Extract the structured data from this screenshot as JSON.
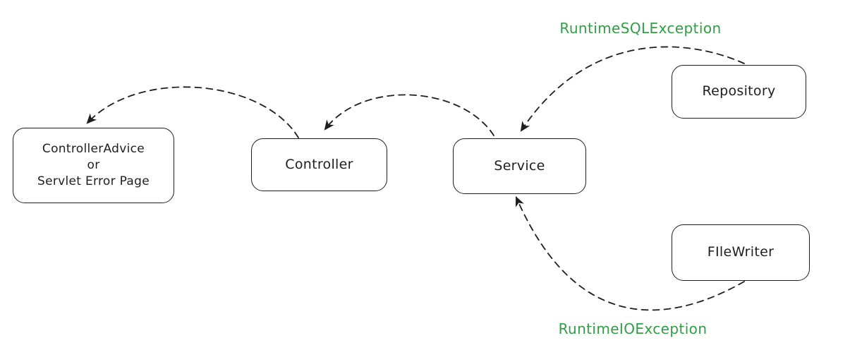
{
  "diagram": {
    "type": "exception-flow-diagram",
    "style": "hand-drawn",
    "background_color": "#ffffff",
    "stroke_color": "#1e1e1e",
    "exception_label_color": "#2f9e44",
    "nodes": [
      {
        "id": "controller-advice",
        "label_lines": [
          "ControllerAdvice",
          "or",
          "Servlet Error Page"
        ]
      },
      {
        "id": "controller",
        "label": "Controller"
      },
      {
        "id": "service",
        "label": "Service"
      },
      {
        "id": "repository",
        "label": "Repository"
      },
      {
        "id": "filewriter",
        "label": "FIleWriter"
      }
    ],
    "edges": [
      {
        "from": "repository",
        "to": "service",
        "label": "RuntimeSQLException",
        "line_style": "dashed",
        "arrowhead": "triangle"
      },
      {
        "from": "filewriter",
        "to": "service",
        "label": "RuntimeIOException",
        "line_style": "dashed",
        "arrowhead": "triangle"
      },
      {
        "from": "service",
        "to": "controller",
        "label": "",
        "line_style": "dashed",
        "arrowhead": "triangle"
      },
      {
        "from": "controller",
        "to": "controller-advice",
        "label": "",
        "line_style": "dashed",
        "arrowhead": "triangle"
      }
    ],
    "edge_labels": [
      {
        "id": "runtime-sql-exception",
        "text": "RuntimeSQLException",
        "color": "#2f9e44",
        "position": "top-right"
      },
      {
        "id": "runtime-io-exception",
        "text": "RuntimeIOException",
        "color": "#2f9e44",
        "position": "bottom-right"
      }
    ]
  }
}
